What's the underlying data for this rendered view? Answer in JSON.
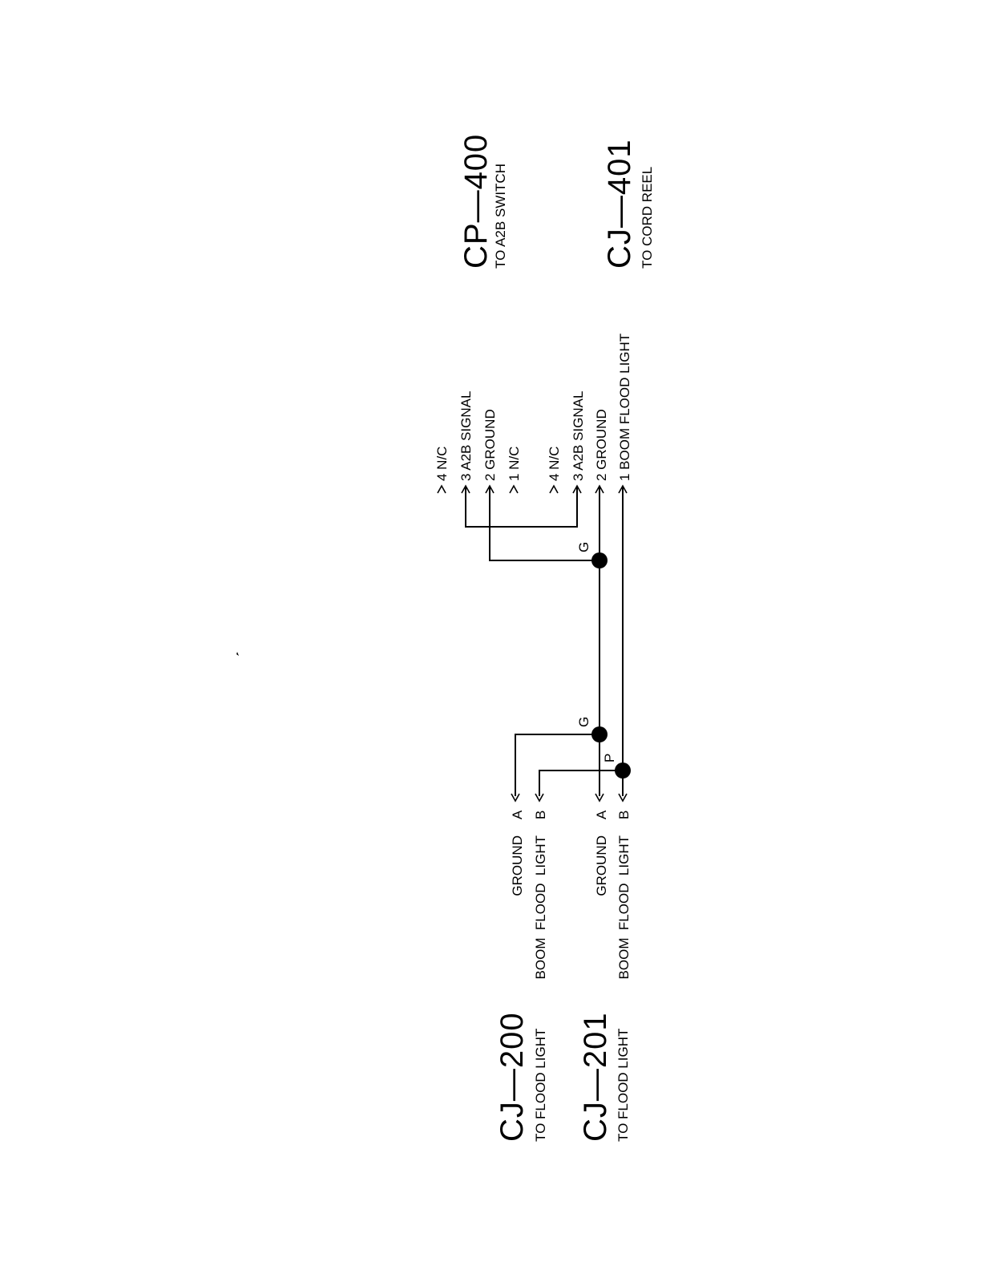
{
  "colors": {
    "ink": "#000000",
    "paper": "#ffffff"
  },
  "connectors": {
    "cj200": {
      "id": "CJ—200",
      "desc": "TO FLOOD LIGHT"
    },
    "cj201": {
      "id": "CJ—201",
      "desc": "TO FLOOD LIGHT"
    },
    "cp400": {
      "id": "CP—400",
      "desc": "TO A2B SWITCH"
    },
    "cj401": {
      "id": "CJ—401",
      "desc": "TO CORD REEL"
    }
  },
  "cj200_pins": {
    "a": {
      "name": "GROUND",
      "pin": "A"
    },
    "b": {
      "name": "BOOM  FLOOD  LIGHT",
      "pin": "B"
    }
  },
  "cj201_pins": {
    "a": {
      "name": "GROUND",
      "pin": "A"
    },
    "b": {
      "name": "BOOM  FLOOD  LIGHT",
      "pin": "B"
    }
  },
  "cp400_pins": [
    "4 N/C",
    "3 A2B SIGNAL",
    "2 GROUND",
    "1 N/C"
  ],
  "cj401_pins": [
    "4 N/C",
    "3 A2B SIGNAL",
    "2 GROUND",
    "1  BOOM  FLOOD  LIGHT"
  ],
  "splice_labels": {
    "ground_top": "G",
    "ground_bottom": "G",
    "power": "P"
  }
}
